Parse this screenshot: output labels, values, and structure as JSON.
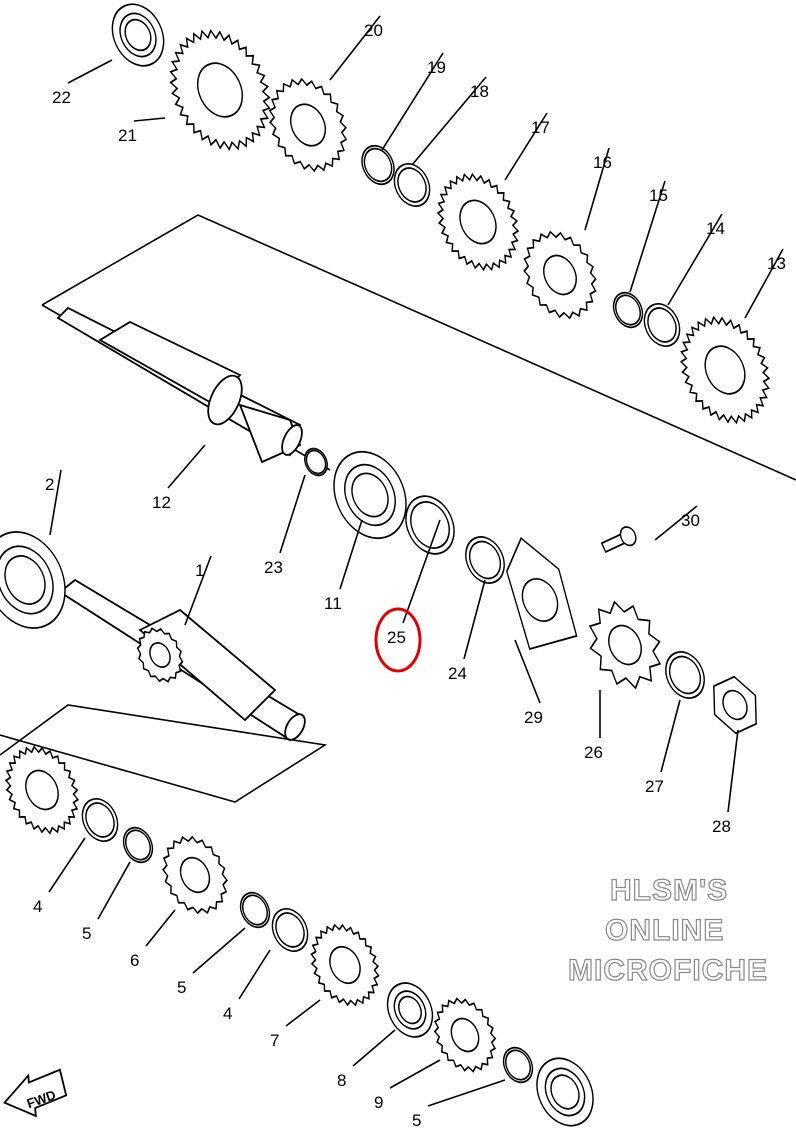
{
  "diagram": {
    "title": "Transmission exploded parts diagram",
    "watermark": [
      "HLSM'S",
      "ONLINE",
      "MICROFICHE"
    ],
    "direction_label": "FWD",
    "highlight_color": "#e00000",
    "highlighted_part": "25",
    "callouts": [
      "22",
      "21",
      "20",
      "19",
      "18",
      "17",
      "16",
      "15",
      "14",
      "13",
      "12",
      "23",
      "11",
      "25",
      "24",
      "30",
      "29",
      "26",
      "27",
      "28",
      "2",
      "1",
      "4",
      "5",
      "6",
      "5",
      "4",
      "7",
      "8",
      "9",
      "5"
    ]
  }
}
